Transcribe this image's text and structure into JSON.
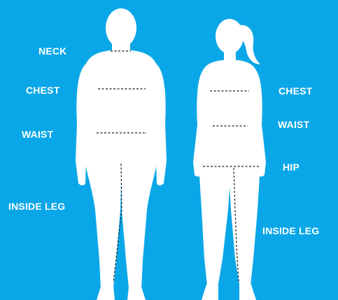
{
  "colors": {
    "background": "#0aa7e8",
    "silhouette": "#ffffff",
    "measure_line": "#1a1a1a",
    "label": "#ffffff"
  },
  "male": {
    "labels": {
      "neck": "NECK",
      "chest": "CHEST",
      "waist": "WAIST",
      "inside_leg": "INSIDE LEG"
    }
  },
  "female": {
    "labels": {
      "chest": "CHEST",
      "waist": "WAIST",
      "hip": "HIP",
      "inside_leg": "INSIDE LEG"
    }
  }
}
